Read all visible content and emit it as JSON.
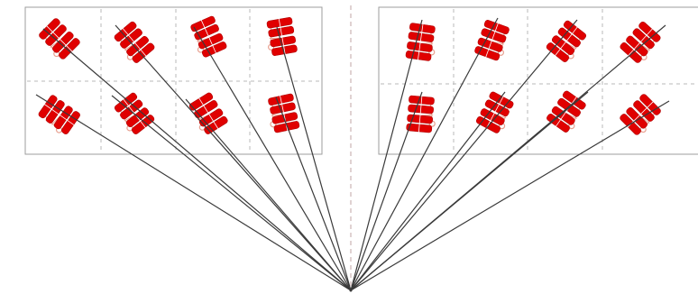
{
  "colors": {
    "background": "#ffffff",
    "panel_border": "#9e9e9e",
    "panel_fill": "#ffffff",
    "guide_dash": "#b8b8b8",
    "center_dash": "#c2a4a4",
    "bar_fill": "#e00000",
    "bar_stroke": "#b00000",
    "connector": "#e8a090",
    "ray": "#3a3a3a"
  },
  "panels": [
    {
      "name": "left-array-panel",
      "elements": [
        {
          "name": "element-l-r1-c1",
          "rotation": -45
        },
        {
          "name": "element-l-r1-c2",
          "rotation": -40
        },
        {
          "name": "element-l-r1-c3",
          "rotation": -24
        },
        {
          "name": "element-l-r1-c4",
          "rotation": -10
        },
        {
          "name": "element-l-r2-c1",
          "rotation": -55
        },
        {
          "name": "element-l-r2-c2",
          "rotation": -38
        },
        {
          "name": "element-l-r2-c3",
          "rotation": -32
        },
        {
          "name": "element-l-r2-c4",
          "rotation": -12
        }
      ]
    },
    {
      "name": "right-array-panel",
      "elements": [
        {
          "name": "element-r-r1-c1",
          "rotation": 8
        },
        {
          "name": "element-r-r1-c2",
          "rotation": 20
        },
        {
          "name": "element-r-r1-c3",
          "rotation": 38
        },
        {
          "name": "element-r-r1-c4",
          "rotation": 42
        },
        {
          "name": "element-r-r2-c1",
          "rotation": 5
        },
        {
          "name": "element-r-r2-c2",
          "rotation": 28
        },
        {
          "name": "element-r-r2-c3",
          "rotation": 35
        },
        {
          "name": "element-r-r2-c4",
          "rotation": 45
        }
      ]
    }
  ]
}
